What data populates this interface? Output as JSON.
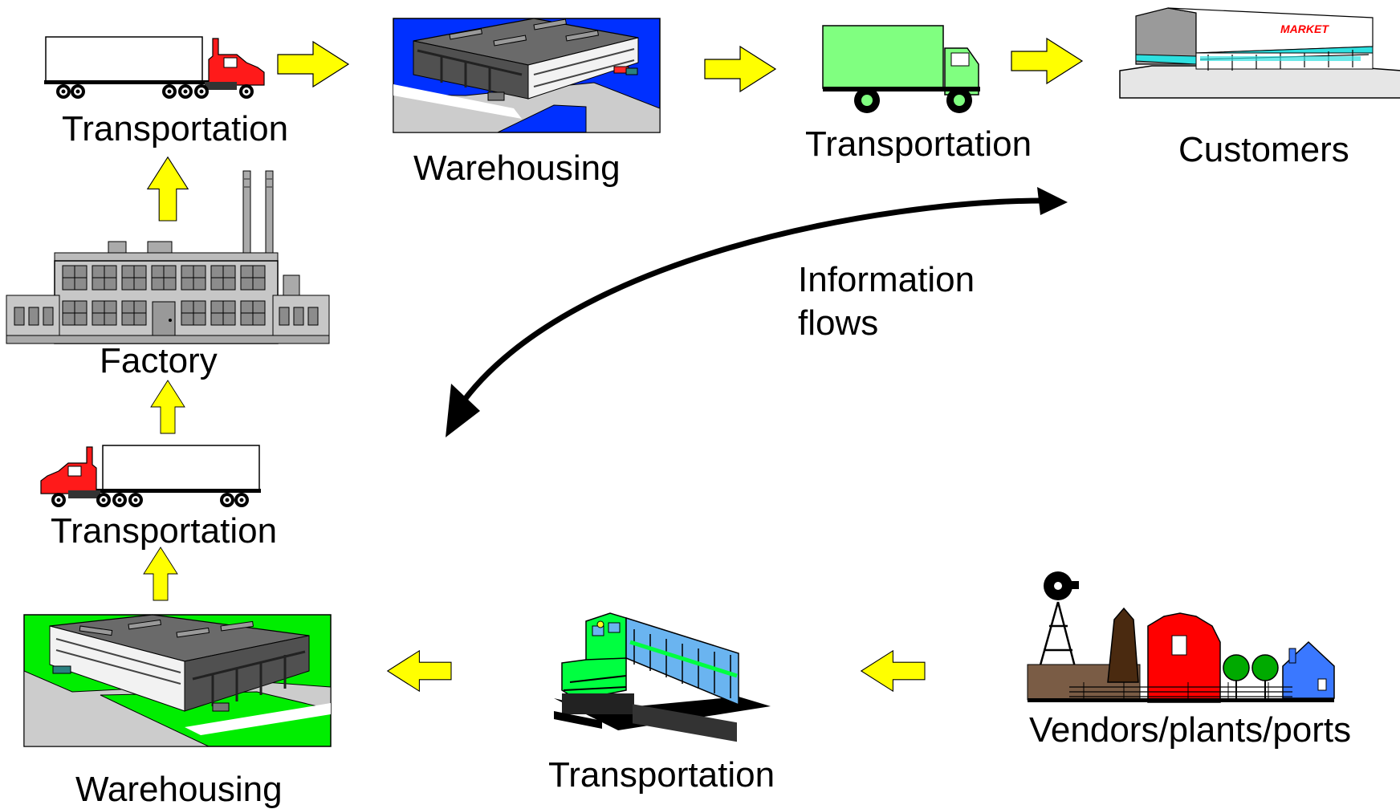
{
  "colors": {
    "flow_arrow": "#ffff00",
    "truck_cab": "#ff1a1a",
    "delivery_truck": "#80ff80",
    "warehouse_water": "#0030ff",
    "warehouse_lawn": "#00ee00",
    "locomotive_body": "#6ab4f0",
    "locomotive_trim": "#00ff40",
    "barn": "#ff0000",
    "house": "#3a78ff",
    "trees": "#00aa00",
    "info_arrow": "#000000"
  },
  "nodes": {
    "transport_top_left": {
      "label": "Transportation",
      "icon": "semi-truck-icon"
    },
    "warehouse_top": {
      "label": "Warehousing",
      "icon": "warehouse-icon"
    },
    "transport_top_mid": {
      "label": "Transportation",
      "icon": "delivery-truck-icon"
    },
    "customers": {
      "label": "Customers",
      "icon": "market-store-icon",
      "sign": "MARKET"
    },
    "factory": {
      "label": "Factory",
      "icon": "factory-icon"
    },
    "transport_mid_left": {
      "label": "Transportation",
      "icon": "semi-truck-icon"
    },
    "warehouse_bottom": {
      "label": "Warehousing",
      "icon": "warehouse-icon"
    },
    "transport_rail": {
      "label": "Transportation",
      "icon": "locomotive-icon"
    },
    "vendors": {
      "label": "Vendors/plants/ports",
      "icon": "farm-icon"
    }
  },
  "information_flow": {
    "label_line1": "Information",
    "label_line2": "flows"
  }
}
